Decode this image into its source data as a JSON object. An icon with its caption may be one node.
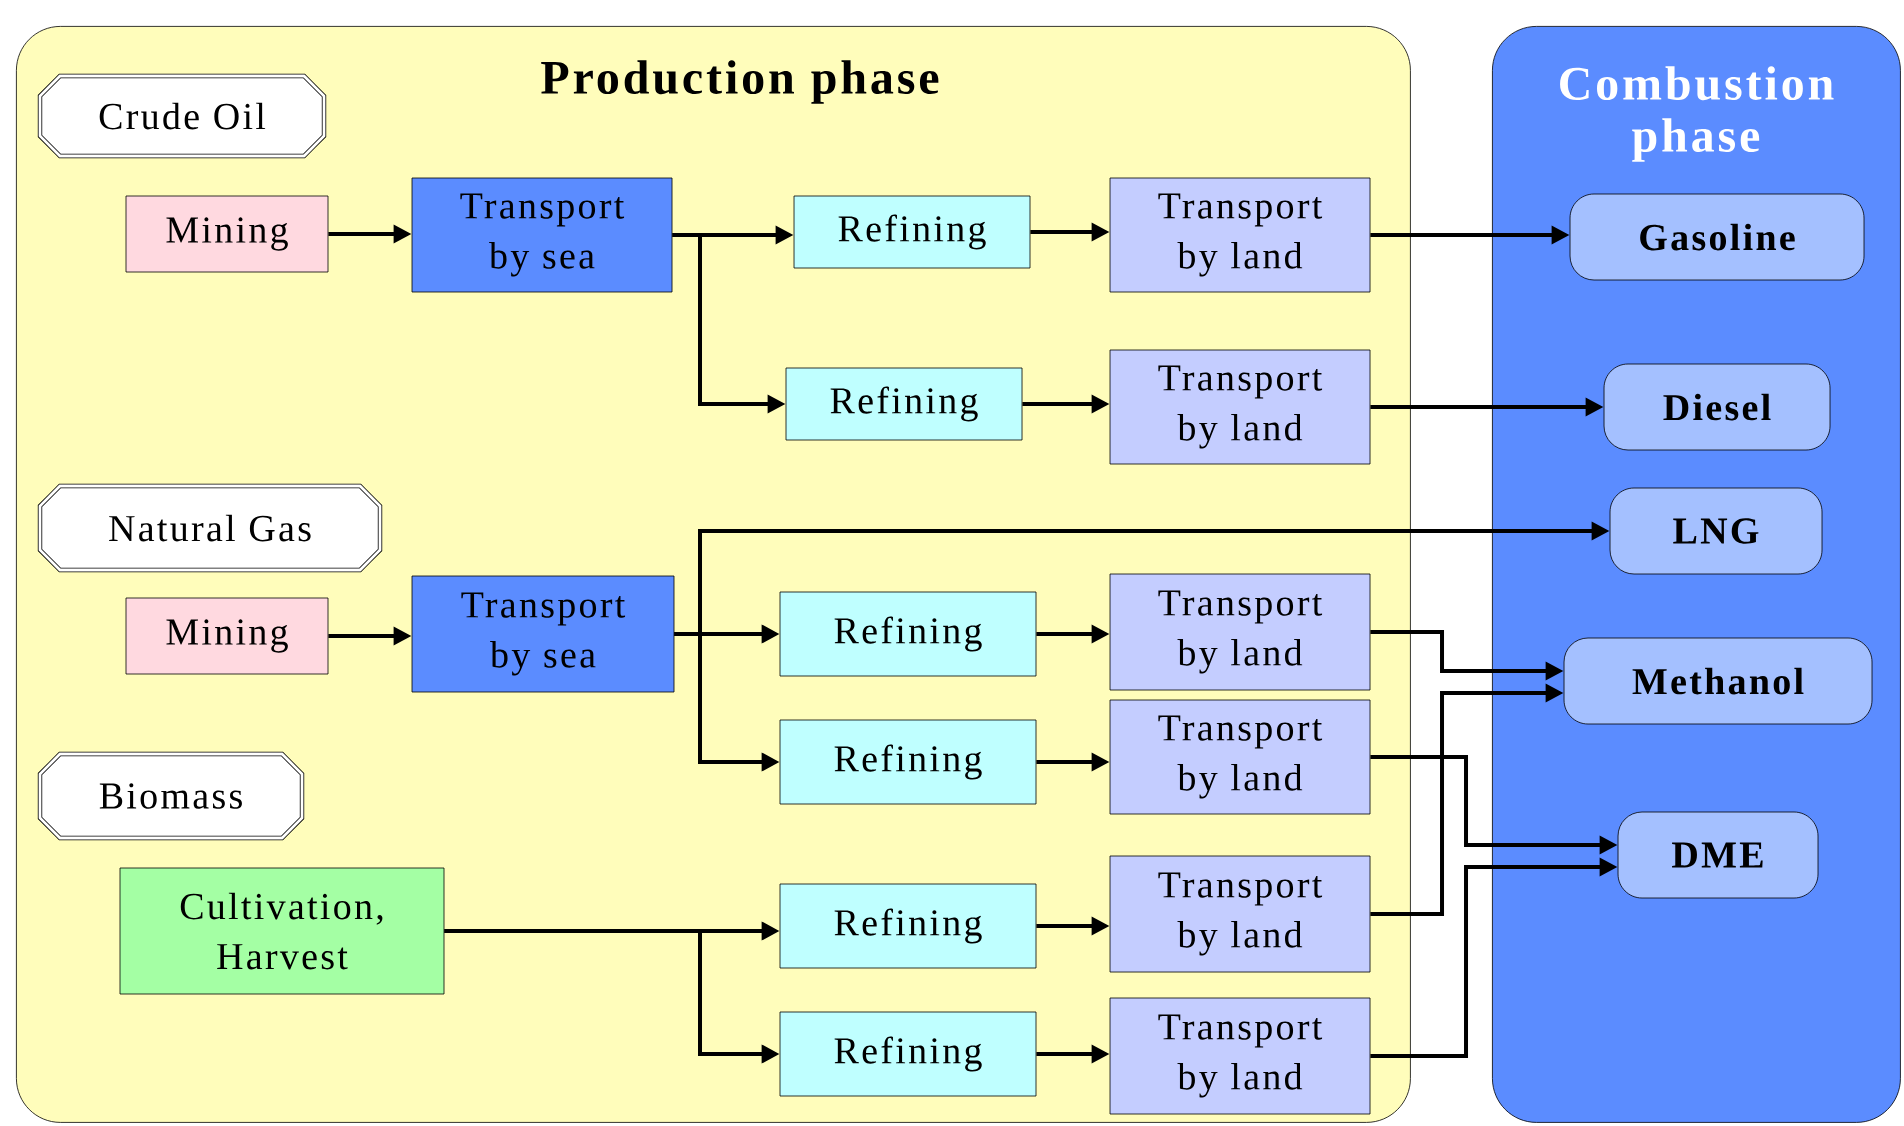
{
  "diagram": {
    "nodes": [
      {
        "text": [
          "Production phase"
        ]
      },
      {
        "text": [
          "Combustion phase"
        ]
      },
      {
        "text": [
          "Crude Oil"
        ],
        "in": 0
      },
      {
        "text": [
          "Mining"
        ],
        "in": 0
      },
      {
        "text": [
          "Transport by sea"
        ],
        "in": 0
      },
      {
        "text": [
          "Refining"
        ],
        "in": 0
      },
      {
        "text": [
          "Transport by land"
        ],
        "in": 0
      },
      {
        "text": [
          "Refining"
        ],
        "in": 0
      },
      {
        "text": [
          "Transport by land"
        ],
        "in": 0
      },
      {
        "text": [
          "Natural Gas"
        ],
        "in": 0
      },
      {
        "text": [
          "Mining"
        ],
        "in": 0
      },
      {
        "text": [
          "Transport by sea"
        ],
        "in": 0
      },
      {
        "text": [
          "Refining"
        ],
        "in": 0
      },
      {
        "text": [
          "Transport by land"
        ],
        "in": 0
      },
      {
        "text": [
          "Refining"
        ],
        "in": 0
      },
      {
        "text": [
          "Transport by land"
        ],
        "in": 0
      },
      {
        "text": [
          "Biomass"
        ],
        "in": 0
      },
      {
        "text": [
          "Cultivation, Harvest"
        ],
        "in": 0
      },
      {
        "text": [
          "Refining"
        ],
        "in": 0
      },
      {
        "text": [
          "Transport by land"
        ],
        "in": 0
      },
      {
        "text": [
          "Refining"
        ],
        "in": 0
      },
      {
        "text": [
          "Transport by land"
        ],
        "in": 0
      },
      {
        "text": [
          "Gasoline"
        ],
        "in": 1
      },
      {
        "text": [
          "Diesel"
        ],
        "in": 1
      },
      {
        "text": [
          "LNG"
        ],
        "in": 1
      },
      {
        "text": [
          "Methanol"
        ],
        "in": 1
      },
      {
        "text": [
          "DME"
        ],
        "in": 1
      }
    ],
    "edges": [
      {
        "from": 3,
        "to": 4,
        "arrow": "to"
      },
      {
        "from": 4,
        "to": 5,
        "arrow": "to"
      },
      {
        "from": 4,
        "to": 7,
        "arrow": "to"
      },
      {
        "from": 5,
        "to": 6,
        "arrow": "to"
      },
      {
        "from": 7,
        "to": 8,
        "arrow": "to"
      },
      {
        "from": 6,
        "to": 22,
        "arrow": "to"
      },
      {
        "from": 8,
        "to": 23,
        "arrow": "to"
      },
      {
        "from": 10,
        "to": 11,
        "arrow": "to"
      },
      {
        "from": 11,
        "to": 24,
        "arrow": "to"
      },
      {
        "from": 11,
        "to": 12,
        "arrow": "to"
      },
      {
        "from": 11,
        "to": 14,
        "arrow": "to"
      },
      {
        "from": 12,
        "to": 13,
        "arrow": "to"
      },
      {
        "from": 14,
        "to": 15,
        "arrow": "to"
      },
      {
        "from": 13,
        "to": 25,
        "arrow": "to"
      },
      {
        "from": 19,
        "to": 25,
        "arrow": "to"
      },
      {
        "from": 15,
        "to": 26,
        "arrow": "to"
      },
      {
        "from": 21,
        "to": 26,
        "arrow": "to"
      },
      {
        "from": 17,
        "to": 18,
        "arrow": "to"
      },
      {
        "from": 17,
        "to": 20,
        "arrow": "to"
      },
      {
        "from": 18,
        "to": 19,
        "arrow": "to"
      },
      {
        "from": 20,
        "to": 21,
        "arrow": "to"
      }
    ]
  }
}
